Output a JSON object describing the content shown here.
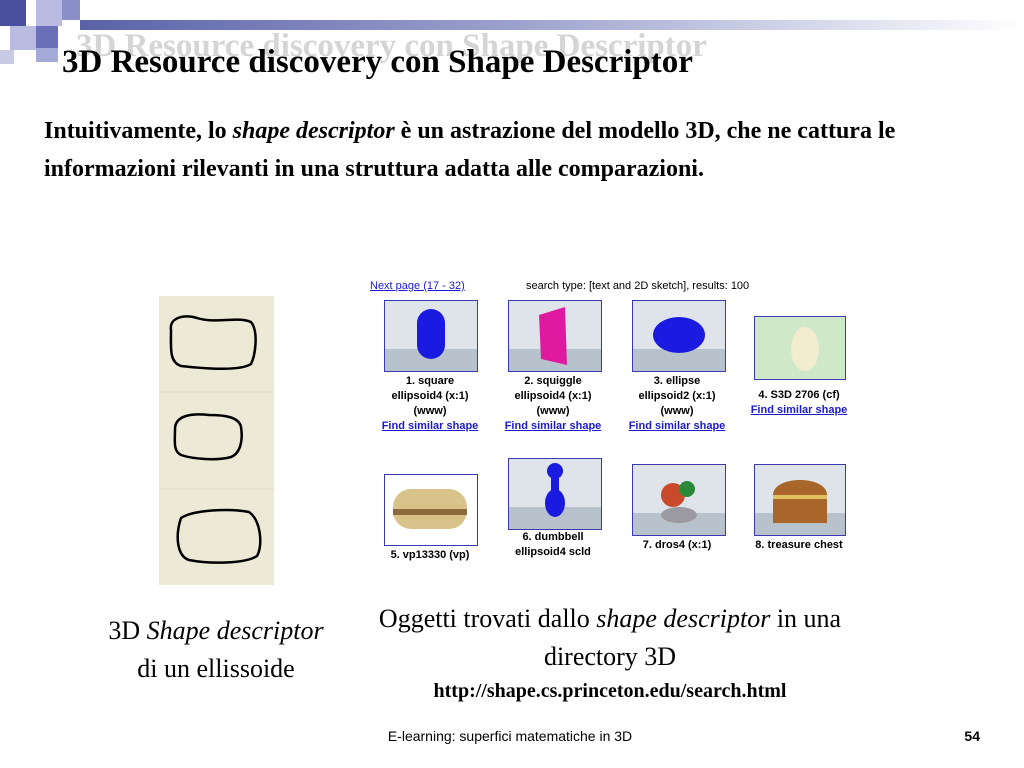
{
  "slide": {
    "title": "3D Resource discovery con Shape Descriptor",
    "intro": {
      "part1": "Intuitivamente, lo ",
      "em": "shape descriptor",
      "part2": " è un astrazione del modello 3D, che ne cattura le informazioni  rilevanti in una  struttura adatta alle comparazioni."
    },
    "left_caption": {
      "prefix": "3D ",
      "em": "Shape descriptor",
      "line2": "di un ellissoide"
    },
    "right_caption": {
      "part1": "Oggetti trovati dallo ",
      "em": "shape descriptor",
      "part2": " in una directory 3D",
      "url": "http://shape.cs.princeton.edu/search.html"
    },
    "footer": "E-learning: superfici matematiche in 3D",
    "page_number": "54"
  },
  "search_results": {
    "next_page": "Next page (17 - 32)",
    "info": "search type: [text and 2D sketch], results: 100",
    "items": [
      {
        "line1": "1.  square",
        "line2": "ellipsoid4 (x:1)",
        "line3": "(www)",
        "link": "Find similar shape",
        "color": "#1a1ae0"
      },
      {
        "line1": "2.  squiggle",
        "line2": "ellipsoid4 (x:1)",
        "line3": "(www)",
        "link": "Find similar shape",
        "color": "#e01aa0"
      },
      {
        "line1": "3.  ellipse",
        "line2": "ellipsoid2 (x:1)",
        "line3": "(www)",
        "link": "Find similar shape",
        "color": "#1a1ae0"
      },
      {
        "line1": "4.  S3D 2706 (cf)",
        "line2": "",
        "line3": "",
        "link": "Find similar shape",
        "color": "#f2edd0"
      },
      {
        "line1": "5.  vp13330 (vp)",
        "line2": "",
        "line3": "",
        "link": "",
        "color": "#d8c38a"
      },
      {
        "line1": "6.  dumbbell",
        "line2": "ellipsoid4 scld",
        "line3": "",
        "link": "",
        "color": "#1a1ae0"
      },
      {
        "line1": "7.  dros4 (x:1)",
        "line2": "",
        "line3": "",
        "link": "",
        "color": "#c84a2a"
      },
      {
        "line1": "8.  treasure chest",
        "line2": "",
        "line3": "",
        "link": "",
        "color": "#a8662a"
      }
    ]
  }
}
